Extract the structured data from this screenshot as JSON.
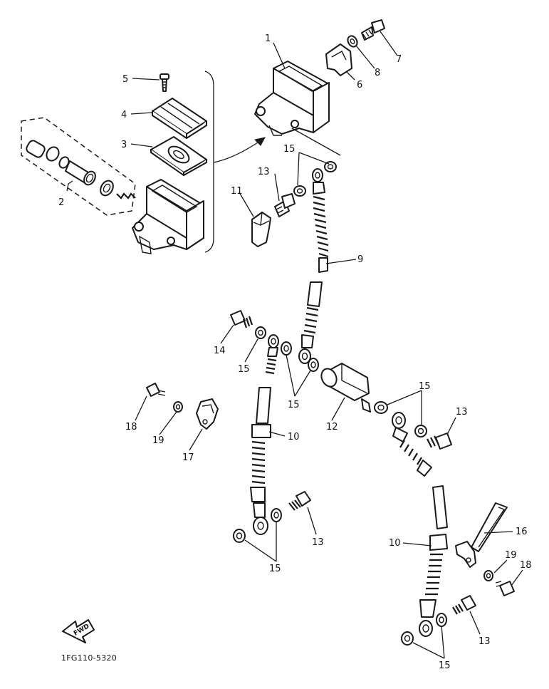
{
  "diagram": {
    "code": "1FG110-5320",
    "fwd_label": "FWD",
    "callouts": [
      "1",
      "2",
      "3",
      "4",
      "5",
      "6",
      "7",
      "8",
      "9",
      "10",
      "11",
      "12",
      "13",
      "14",
      "15",
      "16",
      "17",
      "18",
      "19"
    ]
  }
}
